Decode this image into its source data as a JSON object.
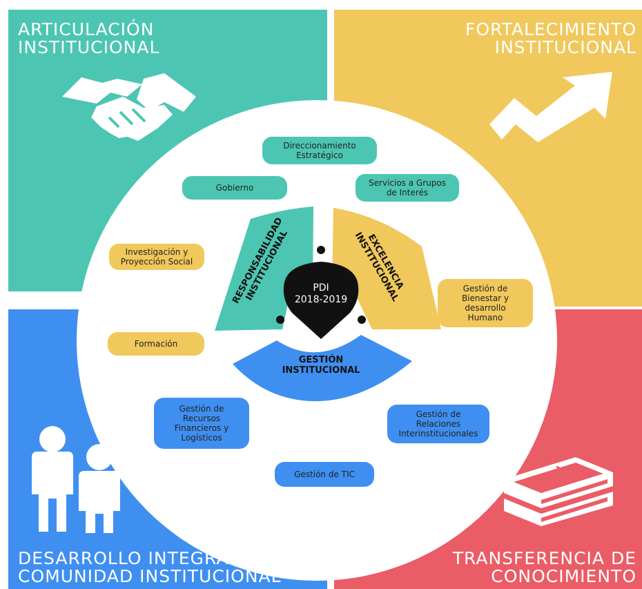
{
  "quadrants": {
    "top_left": {
      "line1": "ARTICULACIÓN",
      "line2": "INSTITUCIONAL",
      "icon": "handshake-icon",
      "color": "#4cc6b2"
    },
    "top_right": {
      "line1": "FORTALECIMIENTO",
      "line2": "INSTITUCIONAL",
      "icon": "trend-arrow-icon",
      "color": "#f0c85c"
    },
    "bottom_left": {
      "line1": "DESARROLLO INTEGRAL",
      "line2": "COMUNIDAD INSTITUCIONAL",
      "icon": "people-icon",
      "color": "#3f8ff0"
    },
    "bottom_right": {
      "line1": "TRANSFERENCIA DE",
      "line2": "CONOCIMIENTO",
      "icon": "books-icon",
      "color": "#ea5c66"
    }
  },
  "center": {
    "line1": "PDI",
    "line2": "2018-2019"
  },
  "segments": {
    "left": {
      "line1": "RESPONSABILIDAD",
      "line2": "INSTITUCIONAL"
    },
    "right": {
      "line1": "EXCELENCIA",
      "line2": "INSTITUCIONAL"
    },
    "bottom": {
      "line1": "GESTIÓN",
      "line2": "INSTITUCIONAL"
    }
  },
  "processes": {
    "direccionamiento": {
      "line1": "Direccionamiento",
      "line2": "Estratégico"
    },
    "gobierno": {
      "line1": "Gobierno"
    },
    "servicios": {
      "line1": "Servicios a Grupos",
      "line2": "de Interés"
    },
    "investigacion": {
      "line1": "Investigación y",
      "line2": "Proyección Social"
    },
    "bienestar": {
      "line1": "Gestión de",
      "line2": "Bienestar y",
      "line3": "desarrollo",
      "line4": "Humano"
    },
    "formacion": {
      "line1": "Formación"
    },
    "recursos": {
      "line1": "Gestión de",
      "line2": "Recursos",
      "line3": "Financieros y",
      "line4": "Logísticos"
    },
    "relaciones": {
      "line1": "Gestión de",
      "line2": "Relaciones",
      "line3": "Interinstitucionales"
    },
    "tic": {
      "line1": "Gestión de TIC"
    }
  }
}
